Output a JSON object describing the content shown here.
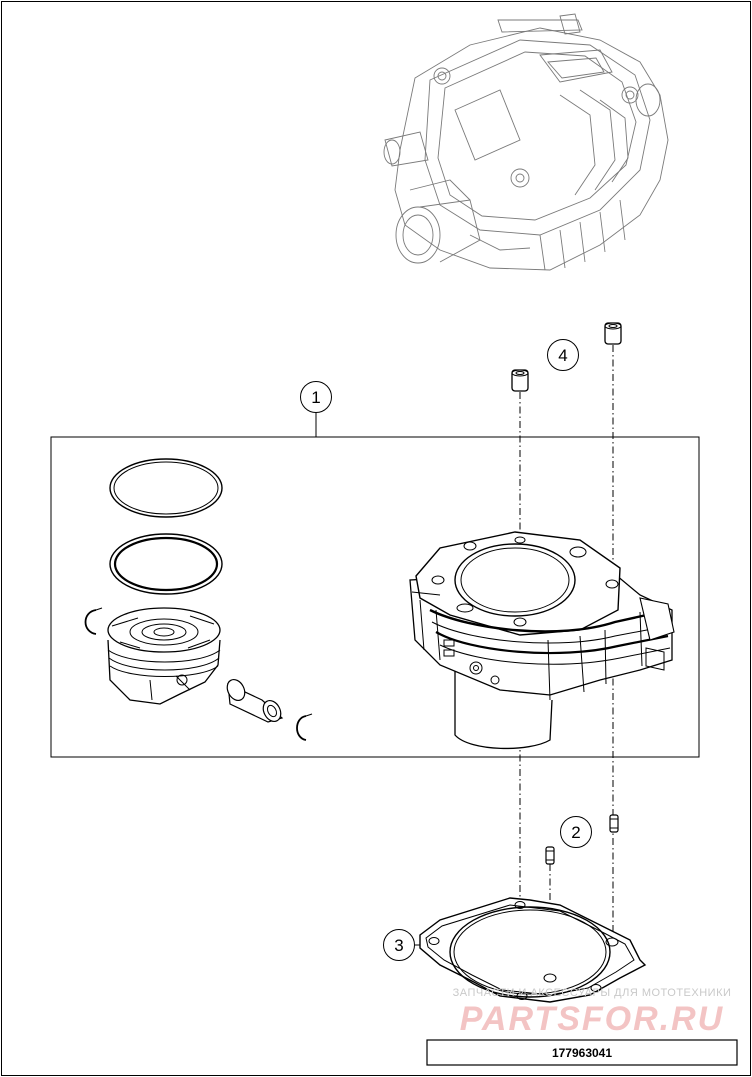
{
  "callouts": [
    {
      "id": "1",
      "label": "1"
    },
    {
      "id": "2",
      "label": "2"
    },
    {
      "id": "3",
      "label": "3"
    },
    {
      "id": "4",
      "label": "4"
    }
  ],
  "part_number": "177963041",
  "watermark": {
    "caption": "ЗАПЧАСТИ И АКСЕССУАРЫ ДЛЯ МОТОТЕХНИКИ",
    "brand": "PARTSFOR.RU"
  }
}
